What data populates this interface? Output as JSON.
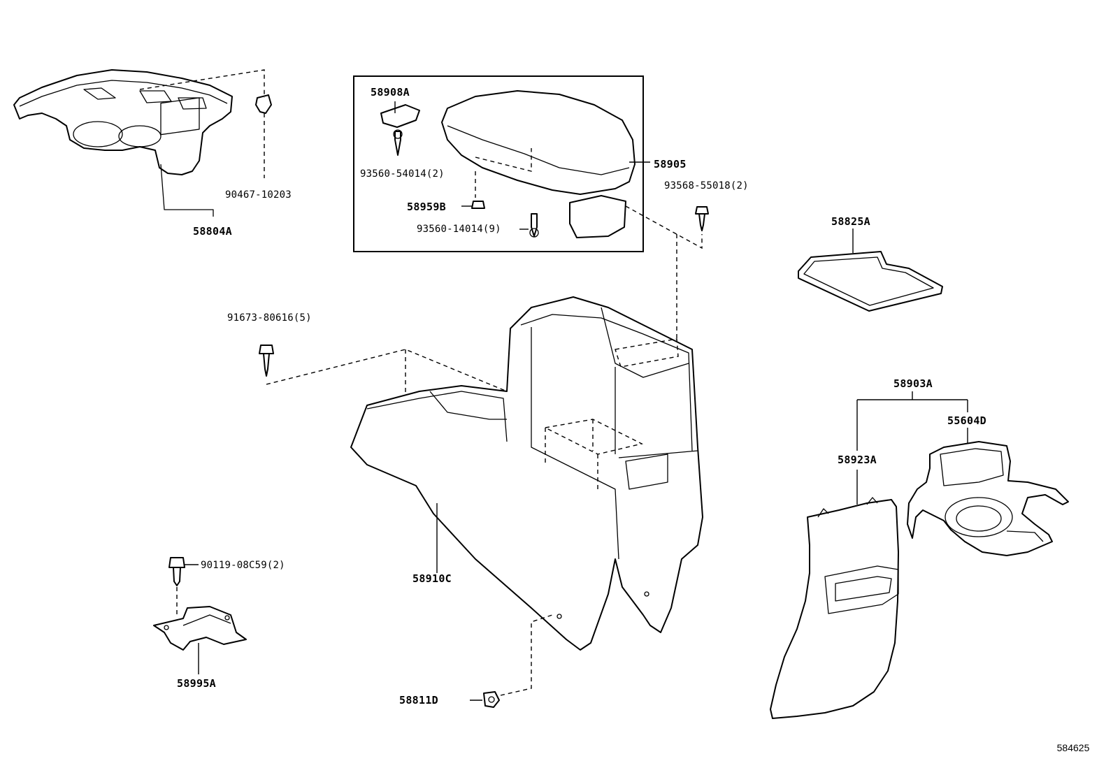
{
  "diagram": {
    "drawing_number": "584625",
    "labels": {
      "p58804A": "58804A",
      "p90467_10203": "90467-10203",
      "p58908A": "58908A",
      "p93560_54014": "93560-54014(2)",
      "p58905": "58905",
      "p58959B": "58959B",
      "p93560_14014": "93560-14014(9)",
      "p93568_55018": "93568-55018(2)",
      "p58825A": "58825A",
      "p91673_80616": "91673-80616(5)",
      "p58903A": "58903A",
      "p55604D": "55604D",
      "p58923A": "58923A",
      "p90119_08C59": "90119-08C59(2)",
      "p58910C": "58910C",
      "p58995A": "58995A",
      "p58811D": "58811D"
    }
  }
}
